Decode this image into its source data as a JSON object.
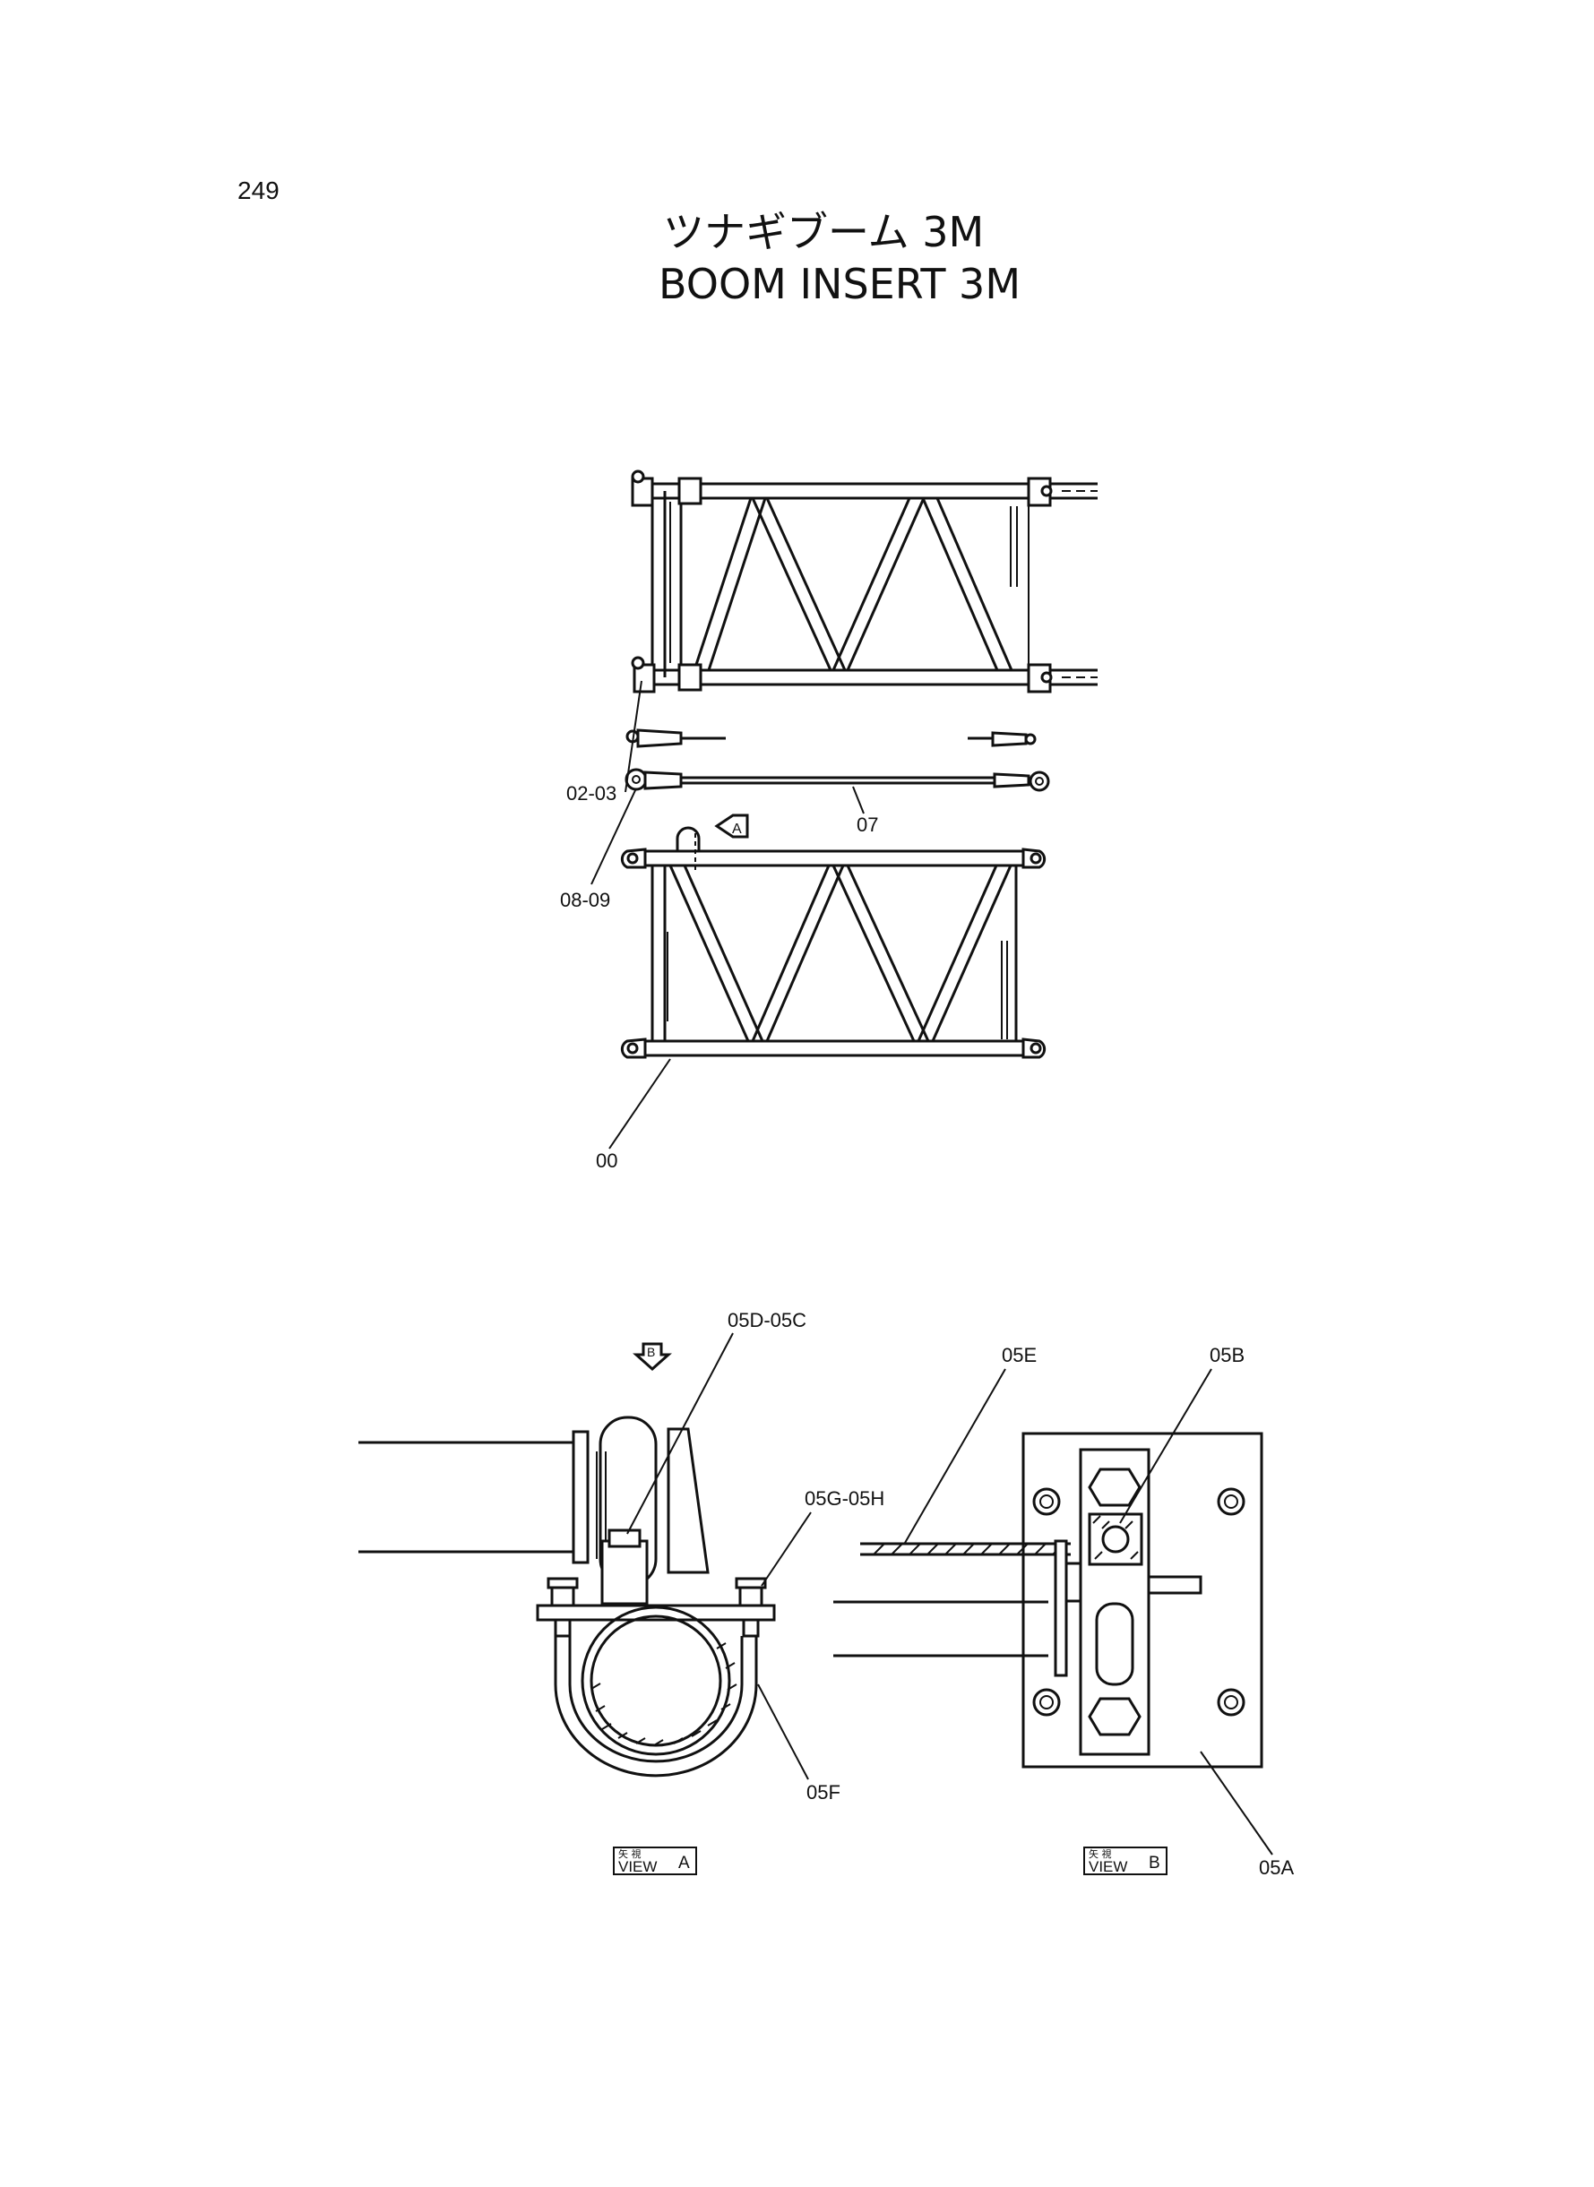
{
  "page_number": "249",
  "title": {
    "japanese": "ツナギブーム 3M",
    "english": "BOOM INSERT 3M"
  },
  "callouts": {
    "joint": "02-03",
    "cable": "07",
    "pin": "08-09",
    "frame": "00",
    "view_a_arrow": "A",
    "view_b_arrow": "B",
    "bracket_bolt": "05D-05C",
    "ubolt_nut": "05G-05H",
    "ubolt": "05F",
    "shaft": "05E",
    "bearing": "05B",
    "plate": "05A"
  },
  "view_labels": {
    "view_a_kanji": "矢 視",
    "view_a_text": "VIEW",
    "view_a_letter": "A",
    "view_b_kanji": "矢 視",
    "view_b_text": "VIEW",
    "view_b_letter": "B"
  }
}
